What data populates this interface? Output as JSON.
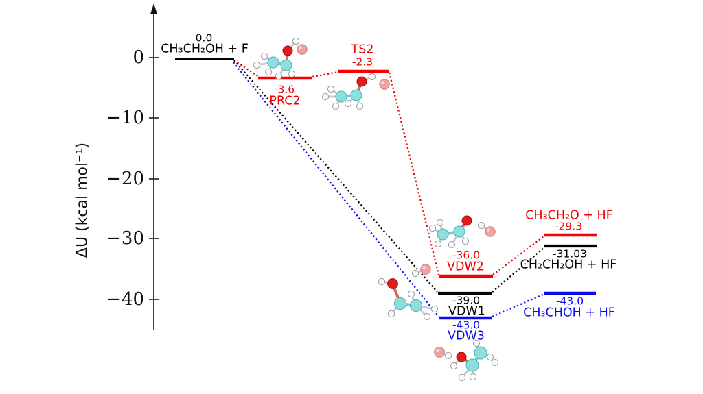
{
  "chart_data": {
    "type": "line",
    "subtype": "reaction-energy-profile",
    "ylabel": "ΔU (kcal mol⁻¹)",
    "yticks": [
      0,
      -10,
      -20,
      -30,
      -40
    ],
    "ytick_labels": [
      "0",
      "−10",
      "−20",
      "−30",
      "−40"
    ],
    "ylim": [
      -48,
      4
    ],
    "grid": false,
    "legend": "none",
    "series": [
      {
        "name": "red-pathway-O-abstraction",
        "color": "#f40000",
        "levels": [
          {
            "id": "PRC2",
            "label": "PRC2",
            "value": -3.6,
            "display_value": "-3.6"
          },
          {
            "id": "TS2",
            "label": "TS2",
            "value": -2.3,
            "display_value": "-2.3"
          },
          {
            "id": "VDW2",
            "label": "VDW2",
            "value": -36.0,
            "display_value": "-36.0"
          },
          {
            "id": "product-red",
            "label": "CH₃CH₂O + HF",
            "value": -29.3,
            "display_value": "-29.3"
          }
        ]
      },
      {
        "name": "black-pathway-beta-C-abstraction",
        "color": "#000000",
        "levels": [
          {
            "id": "reactant",
            "label": "CH₃CH₂OH + F",
            "value": 0.0,
            "display_value": "0.0"
          },
          {
            "id": "VDW1",
            "label": "VDW1",
            "value": -39.0,
            "display_value": "-39.0"
          },
          {
            "id": "product-black",
            "label": "CH₂CH₂OH + HF",
            "value": -31.03,
            "display_value": "-31.03"
          }
        ]
      },
      {
        "name": "blue-pathway-alpha-C-abstraction",
        "color": "#0b0bee",
        "levels": [
          {
            "id": "VDW3",
            "label": "VDW3",
            "value": -43.0,
            "display_value": "-43.0"
          },
          {
            "id": "product-blue",
            "label": "CH₃CHOH + HF",
            "value": -43.0,
            "display_value": "-43.0"
          }
        ]
      }
    ],
    "molecule_insets": [
      "ethanol with separate F atom (above PRC2 level)",
      "ethanol with separate F atom (below TS2 level)",
      "ethoxide CH₃CH₂O with HF (above VDW2 level)",
      "CH₃CHOH radical with HF (left of VDW1 level)",
      "CH₃CHOH radical with HF (below VDW3 label)"
    ],
    "atom_colors": {
      "carbon": "#8fdede",
      "oxygen": "#e31b1b",
      "hydrogen": "#fbfbfb",
      "fluorine": "#efa2a2"
    }
  }
}
